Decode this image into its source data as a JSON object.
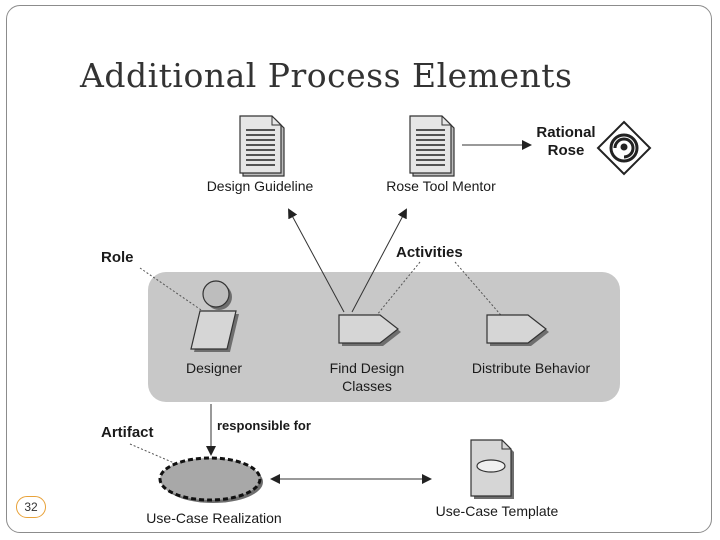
{
  "slide": {
    "title": "Additional Process Elements",
    "page_number": "32"
  },
  "diagram": {
    "design_guideline": "Design Guideline",
    "rose_tool_mentor": "Rose Tool Mentor",
    "rational_rose_line1": "Rational",
    "rational_rose_line2": "Rose",
    "role_label": "Role",
    "activities_label": "Activities",
    "designer": "Designer",
    "find_design_line1": "Find Design",
    "find_design_line2": "Classes",
    "distribute_behavior": "Distribute Behavior",
    "artifact_label": "Artifact",
    "responsible_for": "responsible for",
    "use_case_realization": "Use-Case Realization",
    "use_case_template": "Use-Case Template"
  }
}
